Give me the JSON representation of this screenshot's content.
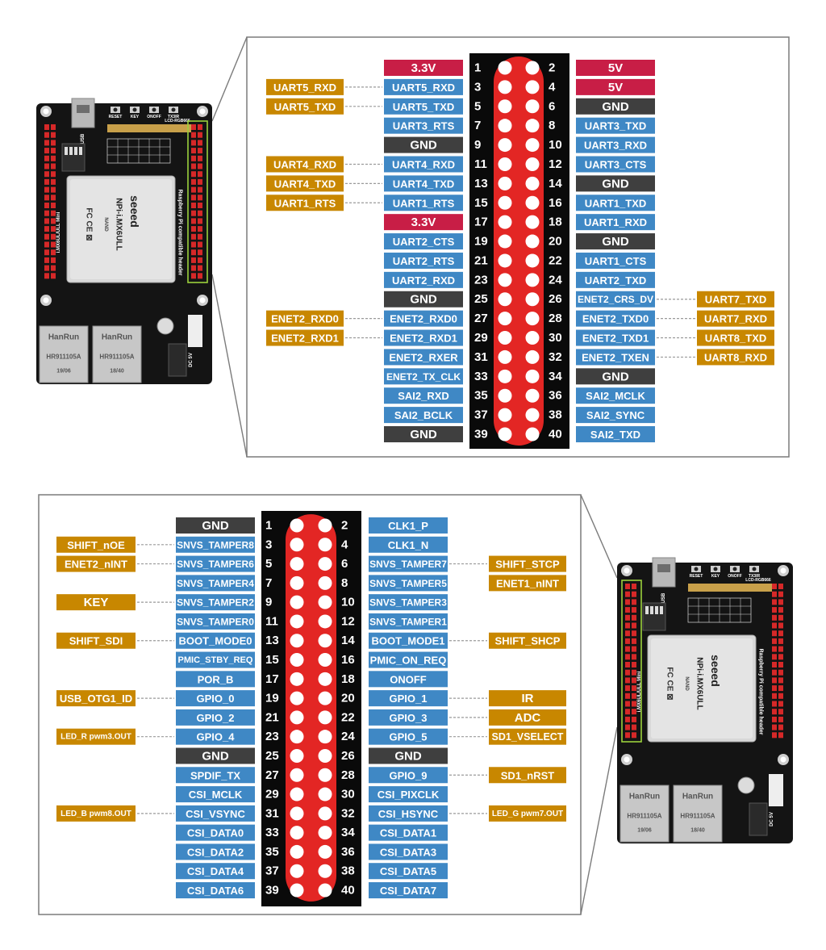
{
  "colors": {
    "power": "#c81e46",
    "gnd": "#3f3f3f",
    "signal": "#3f88c5",
    "alt": "#c88700",
    "header_bg": "#0a0a0a",
    "pin_red": "#e32624",
    "leader": "#9a9a9a",
    "frame": "#7b7b7b"
  },
  "top_panel": {
    "pins": [
      {
        "n": "1",
        "left": "3.3V",
        "left_type": "power",
        "right": "5V",
        "right_type": "power",
        "n2": "2"
      },
      {
        "n": "3",
        "left": "UART5_RXD",
        "left_type": "signal",
        "left_alt": "UART5_RXD",
        "right": "5V",
        "right_type": "power",
        "n2": "4"
      },
      {
        "n": "5",
        "left": "UART5_TXD",
        "left_type": "signal",
        "left_alt": "UART5_TXD",
        "right": "GND",
        "right_type": "gnd",
        "n2": "6"
      },
      {
        "n": "7",
        "left": "UART3_RTS",
        "left_type": "signal",
        "right": "UART3_TXD",
        "right_type": "signal",
        "n2": "8"
      },
      {
        "n": "9",
        "left": "GND",
        "left_type": "gnd",
        "right": "UART3_RXD",
        "right_type": "signal",
        "n2": "10"
      },
      {
        "n": "11",
        "left": "UART4_RXD",
        "left_type": "signal",
        "left_alt": "UART4_RXD",
        "right": "UART3_CTS",
        "right_type": "signal",
        "n2": "12"
      },
      {
        "n": "13",
        "left": "UART4_TXD",
        "left_type": "signal",
        "left_alt": "UART4_TXD",
        "right": "GND",
        "right_type": "gnd",
        "n2": "14"
      },
      {
        "n": "15",
        "left": "UART1_RTS",
        "left_type": "signal",
        "left_alt": "UART1_RTS",
        "right": "UART1_TXD",
        "right_type": "signal",
        "n2": "16"
      },
      {
        "n": "17",
        "left": "3.3V",
        "left_type": "power",
        "right": "UART1_RXD",
        "right_type": "signal",
        "n2": "18"
      },
      {
        "n": "19",
        "left": "UART2_CTS",
        "left_type": "signal",
        "right": "GND",
        "right_type": "gnd",
        "n2": "20"
      },
      {
        "n": "21",
        "left": "UART2_RTS",
        "left_type": "signal",
        "right": "UART1_CTS",
        "right_type": "signal",
        "n2": "22"
      },
      {
        "n": "23",
        "left": "UART2_RXD",
        "left_type": "signal",
        "right": "UART2_TXD",
        "right_type": "signal",
        "n2": "24"
      },
      {
        "n": "25",
        "left": "GND",
        "left_type": "gnd",
        "right": "ENET2_CRS_DV",
        "right_type": "signal",
        "right_alt": "UART7_TXD",
        "n2": "26"
      },
      {
        "n": "27",
        "left": "ENET2_RXD0",
        "left_type": "signal",
        "left_alt": "ENET2_RXD0",
        "right": "ENET2_TXD0",
        "right_type": "signal",
        "right_alt": "UART7_RXD",
        "n2": "28"
      },
      {
        "n": "29",
        "left": "ENET2_RXD1",
        "left_type": "signal",
        "left_alt": "ENET2_RXD1",
        "right": "ENET2_TXD1",
        "right_type": "signal",
        "right_alt": "UART8_TXD",
        "n2": "30"
      },
      {
        "n": "31",
        "left": "ENET2_RXER",
        "left_type": "signal",
        "right": "ENET2_TXEN",
        "right_type": "signal",
        "right_alt": "UART8_RXD",
        "n2": "32"
      },
      {
        "n": "33",
        "left": "ENET2_TX_CLK",
        "left_type": "signal",
        "right": "GND",
        "right_type": "gnd",
        "n2": "34"
      },
      {
        "n": "35",
        "left": "SAI2_RXD",
        "left_type": "signal",
        "right": "SAI2_MCLK",
        "right_type": "signal",
        "n2": "36"
      },
      {
        "n": "37",
        "left": "SAI2_BCLK",
        "left_type": "signal",
        "right": "SAI2_SYNC",
        "right_type": "signal",
        "n2": "38"
      },
      {
        "n": "39",
        "left": "GND",
        "left_type": "gnd",
        "right": "SAI2_TXD",
        "right_type": "signal",
        "n2": "40"
      }
    ]
  },
  "bottom_panel": {
    "pins": [
      {
        "n": "1",
        "left": "GND",
        "left_type": "gnd",
        "right": "CLK1_P",
        "right_type": "signal",
        "n2": "2"
      },
      {
        "n": "3",
        "left": "SNVS_TAMPER8",
        "left_type": "signal",
        "left_alt": "SHIFT_nOE",
        "right": "CLK1_N",
        "right_type": "signal",
        "n2": "4"
      },
      {
        "n": "5",
        "left": "SNVS_TAMPER6",
        "left_type": "signal",
        "left_alt": "ENET2_nINT",
        "right": "SNVS_TAMPER7",
        "right_type": "signal",
        "right_alt": "SHIFT_STCP",
        "n2": "6"
      },
      {
        "n": "7",
        "left": "SNVS_TAMPER4",
        "left_type": "signal",
        "right": "SNVS_TAMPER5",
        "right_type": "signal",
        "right_alt": "ENET1_nINT",
        "right_alt_noline": true,
        "n2": "8"
      },
      {
        "n": "9",
        "left": "SNVS_TAMPER2",
        "left_type": "signal",
        "left_alt": "KEY",
        "right": "SNVS_TAMPER3",
        "right_type": "signal",
        "n2": "10"
      },
      {
        "n": "11",
        "left": "SNVS_TAMPER0",
        "left_type": "signal",
        "right": "SNVS_TAMPER1",
        "right_type": "signal",
        "n2": "12"
      },
      {
        "n": "13",
        "left": "BOOT_MODE0",
        "left_type": "signal",
        "left_alt": "SHIFT_SDI",
        "right": "BOOT_MODE1",
        "right_type": "signal",
        "right_alt": "SHIFT_SHCP",
        "n2": "14"
      },
      {
        "n": "15",
        "left": "PMIC_STBY_REQ",
        "left_type": "signal",
        "right": "PMIC_ON_REQ",
        "right_type": "signal",
        "n2": "16"
      },
      {
        "n": "17",
        "left": "POR_B",
        "left_type": "signal",
        "right": "ONOFF",
        "right_type": "signal",
        "n2": "18"
      },
      {
        "n": "19",
        "left": "GPIO_0",
        "left_type": "signal",
        "left_alt": "USB_OTG1_ID",
        "right": "GPIO_1",
        "right_type": "signal",
        "right_alt": "IR",
        "n2": "20"
      },
      {
        "n": "21",
        "left": "GPIO_2",
        "left_type": "signal",
        "right": "GPIO_3",
        "right_type": "signal",
        "right_alt": "ADC",
        "n2": "22"
      },
      {
        "n": "23",
        "left": "GPIO_4",
        "left_type": "signal",
        "left_alt": "LED_R pwm3.OUT",
        "right": "GPIO_5",
        "right_type": "signal",
        "right_alt": "SD1_VSELECT",
        "n2": "24"
      },
      {
        "n": "25",
        "left": "GND",
        "left_type": "gnd",
        "right": "GND",
        "right_type": "gnd",
        "n2": "26"
      },
      {
        "n": "27",
        "left": "SPDIF_TX",
        "left_type": "signal",
        "right": "GPIO_9",
        "right_type": "signal",
        "right_alt": "SD1_nRST",
        "n2": "28"
      },
      {
        "n": "29",
        "left": "CSI_MCLK",
        "left_type": "signal",
        "right": "CSI_PIXCLK",
        "right_type": "signal",
        "n2": "30"
      },
      {
        "n": "31",
        "left": "CSI_VSYNC",
        "left_type": "signal",
        "left_alt": "LED_B pwm8.OUT",
        "right": "CSI_HSYNC",
        "right_type": "signal",
        "right_alt": "LED_G pwm7.OUT",
        "n2": "32"
      },
      {
        "n": "33",
        "left": "CSI_DATA0",
        "left_type": "signal",
        "right": "CSI_DATA1",
        "right_type": "signal",
        "n2": "34"
      },
      {
        "n": "35",
        "left": "CSI_DATA2",
        "left_type": "signal",
        "right": "CSI_DATA3",
        "right_type": "signal",
        "n2": "36"
      },
      {
        "n": "37",
        "left": "CSI_DATA4",
        "left_type": "signal",
        "right": "CSI_DATA5",
        "right_type": "signal",
        "n2": "38"
      },
      {
        "n": "39",
        "left": "CSI_DATA6",
        "left_type": "signal",
        "right": "CSI_DATA7",
        "right_type": "signal",
        "n2": "40"
      }
    ]
  },
  "board": {
    "chip_brand": "seeed",
    "chip_model": "NPi-i.MX6ULL",
    "chip_variant": "NAND",
    "rj45_brand": "HanRun",
    "rj45_model": "HR911105A",
    "rj45_left_code": "19/06",
    "rj45_right_code": "18/40",
    "cert_marks": "FC CE ⊠",
    "silk_header": "Raspberry Pi compatible header",
    "silk_side": "i.MX6UL/ULL Mini",
    "dc_label": "DC 5V",
    "usb_label": "USB",
    "lcd_label": "LCD-RGB666",
    "btn_labels": [
      "RESET",
      "KEY",
      "ONOFF",
      "TX3IR"
    ]
  }
}
